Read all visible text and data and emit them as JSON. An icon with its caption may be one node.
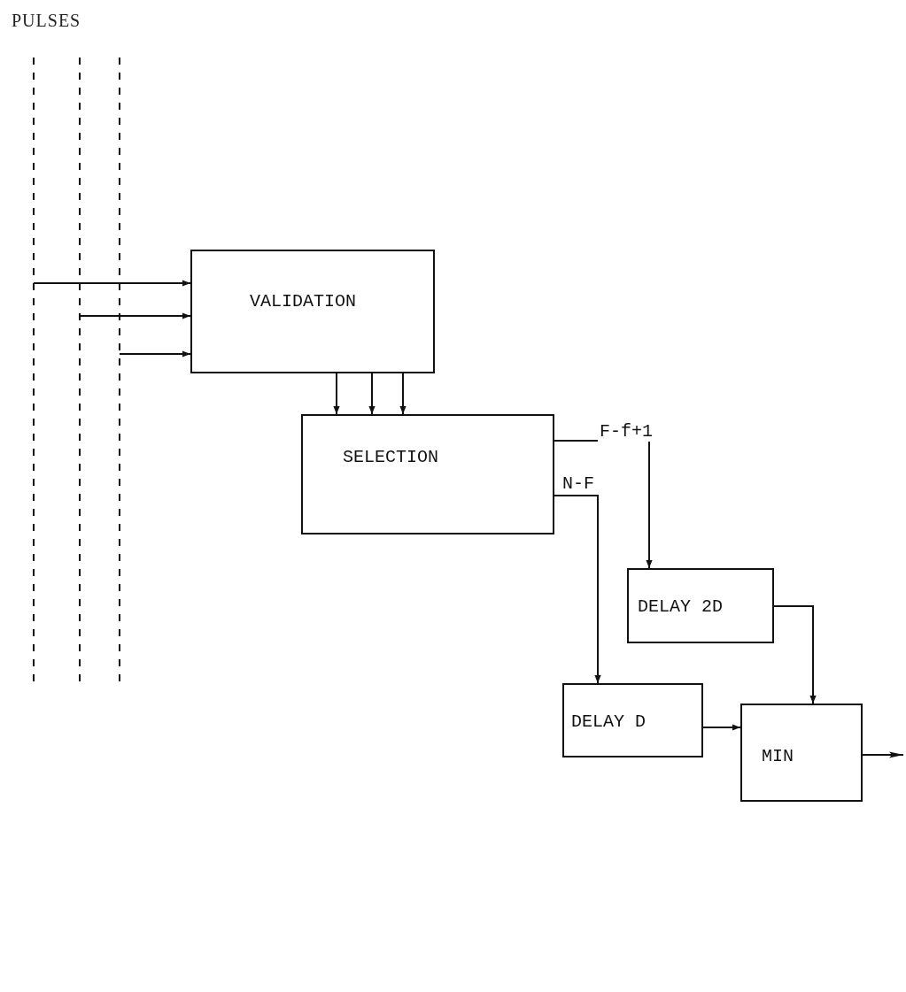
{
  "diagram": {
    "nodes": [
      {
        "text": [],
        "shape": "line"
      },
      {
        "text": [],
        "shape": "line"
      },
      {
        "text": [],
        "shape": "line"
      },
      {
        "text": [
          "VALIDATION"
        ]
      },
      {
        "text": [
          "SELECTION"
        ]
      },
      {
        "text": [
          "DELAY 2D"
        ]
      },
      {
        "text": [
          "DELAY D"
        ]
      },
      {
        "text": [
          "MIN"
        ]
      }
    ],
    "edges": [
      {
        "from": 0,
        "to": 3,
        "arrow": "to"
      },
      {
        "from": 1,
        "to": 3,
        "arrow": "to"
      },
      {
        "from": 2,
        "to": 3,
        "arrow": "to"
      },
      {
        "from": 3,
        "to": 4,
        "arrow": "to"
      },
      {
        "from": 3,
        "to": 4,
        "arrow": "to"
      },
      {
        "from": 3,
        "to": 4,
        "arrow": "to"
      },
      {
        "from": 4,
        "to": 5,
        "arrow": "to",
        "label": "F-f+1"
      },
      {
        "from": 4,
        "to": 6,
        "arrow": "to",
        "label": "N-F"
      },
      {
        "from": 5,
        "to": 7,
        "arrow": "to"
      },
      {
        "from": 6,
        "to": 7,
        "arrow": "to"
      },
      {
        "from": 7,
        "to": null,
        "arrow": "to"
      }
    ],
    "labels": [
      "PULSES"
    ]
  }
}
